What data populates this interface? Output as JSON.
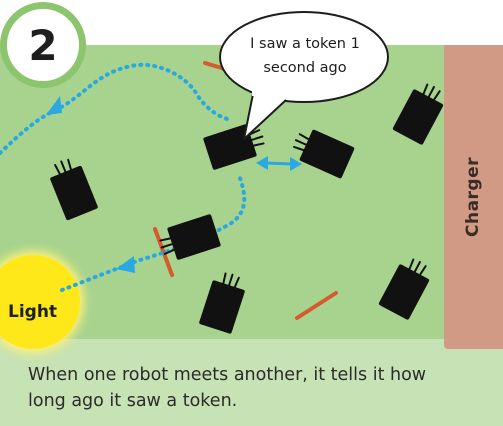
{
  "step_number": "2",
  "speech_bubble": "I saw a token 1 second ago",
  "light_label": "Light",
  "charger_label": "Charger",
  "caption": "When one robot meets another, it tells it how long ago it saw a token.",
  "icons": [
    "robot-icon",
    "token-icon",
    "light-icon",
    "exchange-arrow-icon",
    "path-arrow-icon"
  ],
  "colors": {
    "field": "#a8d38e",
    "caption_background": "#c7e2b4",
    "charger": "#d09a84",
    "light": "#ffe81a",
    "badge_ring": "#8cc56d",
    "robot": "#111111",
    "token": "#d45a2f",
    "path": "#2aa9e0"
  }
}
